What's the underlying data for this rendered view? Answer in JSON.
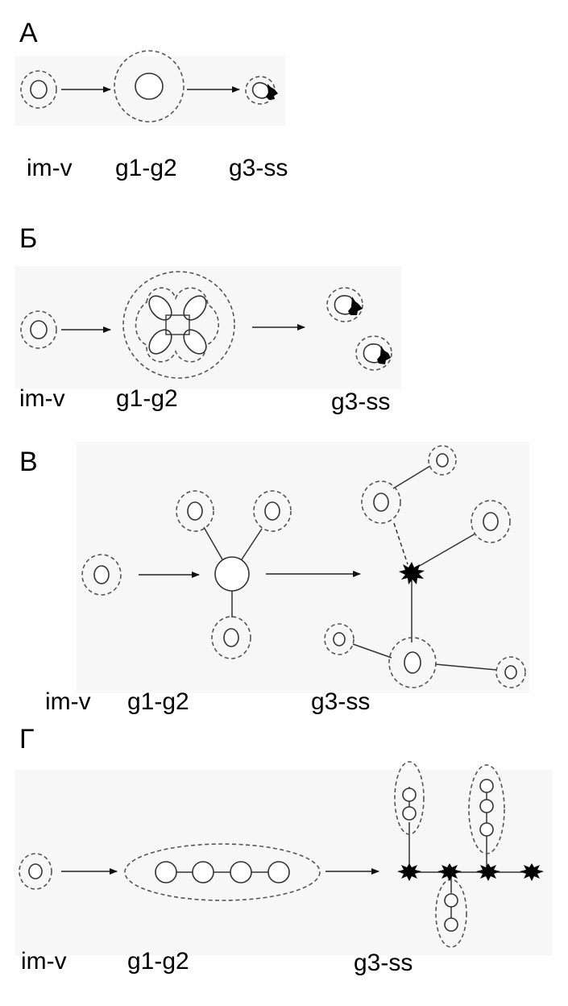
{
  "panels": [
    {
      "letter": "А",
      "labels": [
        "im-v",
        "g1-g2",
        "g3-ss"
      ]
    },
    {
      "letter": "Б",
      "labels": [
        "im-v",
        "g1-g2",
        "g3-ss"
      ]
    },
    {
      "letter": "В",
      "labels": [
        "im-v",
        "g1-g2",
        "g3-ss"
      ]
    },
    {
      "letter": "Г",
      "labels": [
        "im-v",
        "g1-g2",
        "g3-ss"
      ]
    }
  ]
}
